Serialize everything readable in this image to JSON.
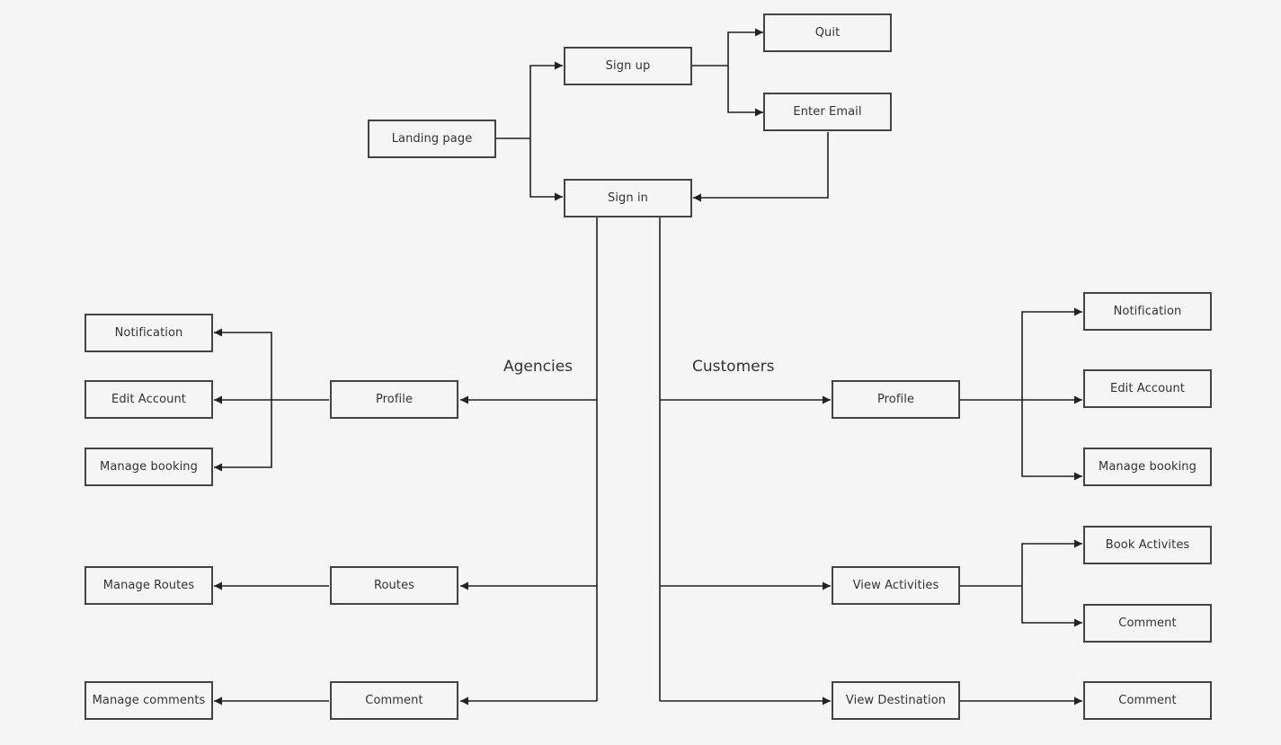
{
  "nodes": {
    "landing": "Landing page",
    "signup": "Sign up",
    "quit": "Quit",
    "enter_email": "Enter Email",
    "signin": "Sign in",
    "agency_profile": "Profile",
    "agency_notification": "Notification",
    "agency_edit_account": "Edit Account",
    "agency_manage_booking": "Manage booking",
    "routes": "Routes",
    "manage_routes": "Manage Routes",
    "agency_comment": "Comment",
    "manage_comments": "Manage comments",
    "customer_profile": "Profile",
    "customer_notification": "Notification",
    "customer_edit_account": "Edit Account",
    "customer_manage_booking": "Manage booking",
    "view_activities": "View Activities",
    "book_activities": "Book Activites",
    "activities_comment": "Comment",
    "view_destination": "View Destination",
    "destination_comment": "Comment"
  },
  "sections": {
    "agencies": "Agencies",
    "customers": "Customers"
  }
}
